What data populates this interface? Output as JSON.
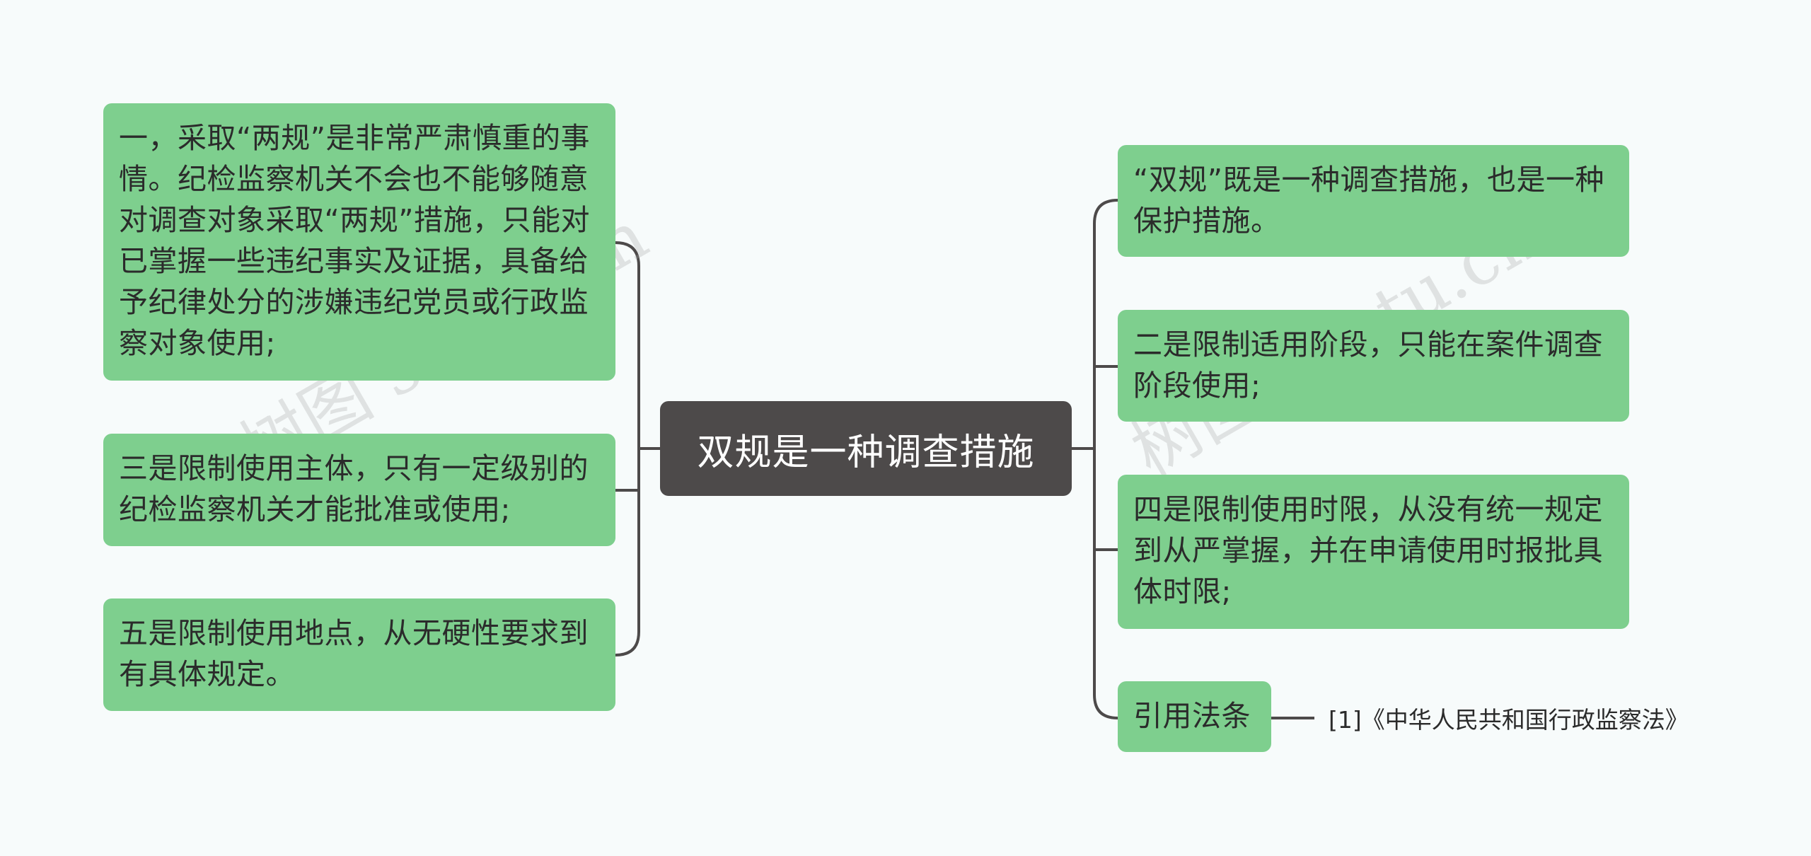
{
  "root": {
    "label": "双规是一种调查措施"
  },
  "left_nodes": [
    {
      "text": "一，采取“两规”是非常严肃慎重的事情。纪检监察机关不会也不能够随意对调查对象采取“两规”措施，只能对已掌握一些违纪事实及证据，具备给予纪律处分的涉嫌违纪党员或行政监察对象使用;"
    },
    {
      "text": "三是限制使用主体，只有一定级别的纪检监察机关才能批准或使用;"
    },
    {
      "text": "五是限制使用地点，从无硬性要求到有具体规定。"
    }
  ],
  "right_nodes": [
    {
      "text": "“双规”既是一种调查措施，也是一种保护措施。"
    },
    {
      "text": "二是限制适用阶段，只能在案件调查阶段使用;"
    },
    {
      "text": "四是限制使用时限，从没有统一规定到从严掌握，并在申请使用时报批具体时限;"
    },
    {
      "text": "引用法条"
    }
  ],
  "reference": {
    "text": "[1]《中华人民共和国行政监察法》"
  },
  "watermarks": [
    "树图 shutu.cn",
    "树图 shutu.cn"
  ],
  "colors": {
    "node_fill": "#7ecf8e",
    "root_fill": "#4d4a4a",
    "connector": "#4d4a4a",
    "background": "#f7fbfb"
  }
}
